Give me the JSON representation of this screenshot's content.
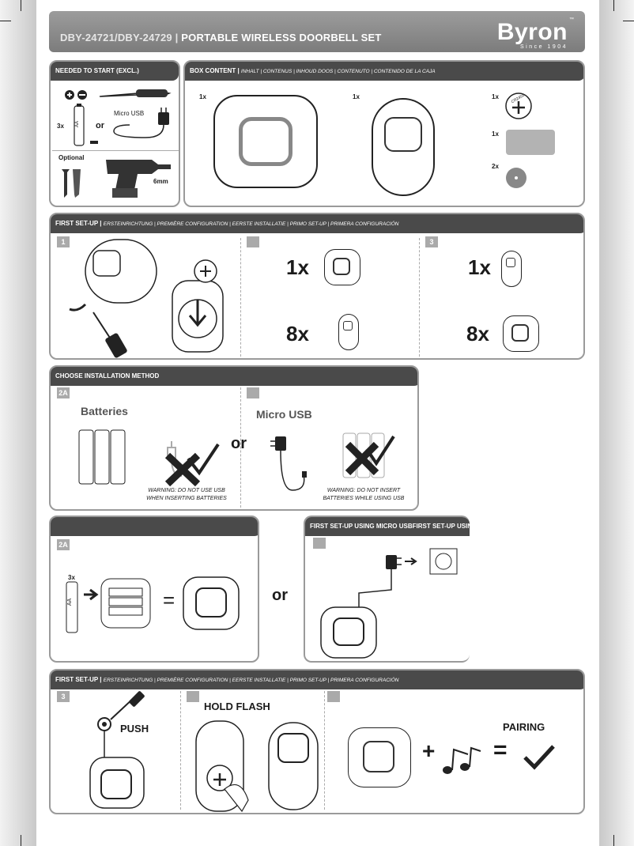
{
  "header": {
    "model": "DBY-24721/DBY-24729 |",
    "product": "PORTABLE WIRELESS DOORBELL SET",
    "brand": "Byron",
    "brand_tm": "™",
    "brand_sub": "Since 1904"
  },
  "needed": {
    "title": "NEEDED TO START (EXCL.)",
    "qty_batteries": "3x",
    "battery_label": "AA",
    "or": "or",
    "micro_usb": "Micro USB",
    "optional": "Optional",
    "drill_size": "6mm"
  },
  "box": {
    "title": "BOX CONTENT |",
    "title_sub": "INHALT | CONTENUS | INHOUD DOOS | CONTENUTO | CONTENIDO DE LA CAJA",
    "qty_chime": "1x",
    "qty_button": "1x",
    "qty_battery": "1x",
    "qty_sticker": "1x",
    "qty_pads": "2x",
    "coin_label": "CR2450"
  },
  "setup1": {
    "title": "FIRST SET-UP |",
    "title_sub": "ERSTEINRICHTUNG | PREMIÈRE CONFIGURATION | EERSTE INSTALLATIE | PRIMO SET-UP | PRIMERA CONFIGURACIÓN",
    "step1": "1",
    "step2": "",
    "step3": "3",
    "col2_top_qty": "1x",
    "col2_bot_qty": "8x",
    "col3_top_qty": "1x",
    "col3_bot_qty": "8x"
  },
  "install": {
    "title": "CHOOSE INSTALLATION METHOD",
    "step_a": "2A",
    "step_b": "",
    "batteries": "Batteries",
    "micro_usb": "Micro USB",
    "or": "or",
    "warn_usb_1": "WARNING: DO NOT USE USB",
    "warn_usb_2": "WHEN INSERTING BATTERIES",
    "warn_bat_1": "WARNING: DO NOT INSERT",
    "warn_bat_2": "BATTERIES WHILE USING USB"
  },
  "batt_setup": {
    "title": "",
    "step": "2A",
    "qty": "3x",
    "battery_label": "AA",
    "equals": "=",
    "or": "or"
  },
  "usb_setup": {
    "title": "FIRST SET-UP USING MICRO USBFIRST SET-UP USING BATTERIES",
    "step": ""
  },
  "setup2": {
    "title": "FIRST SET-UP |",
    "title_sub": "ERSTEINRICHTUNG | PREMIÈRE CONFIGURATION | EERSTE INSTALLATIE | PRIMO SET-UP | PRIMERA CONFIGURACIÓN",
    "step3": "3",
    "step4": "",
    "step5": "",
    "push": "PUSH",
    "hold_flash": "HOLD FLASH",
    "pairing": "PAIRING",
    "plus": "+",
    "equals": "="
  }
}
